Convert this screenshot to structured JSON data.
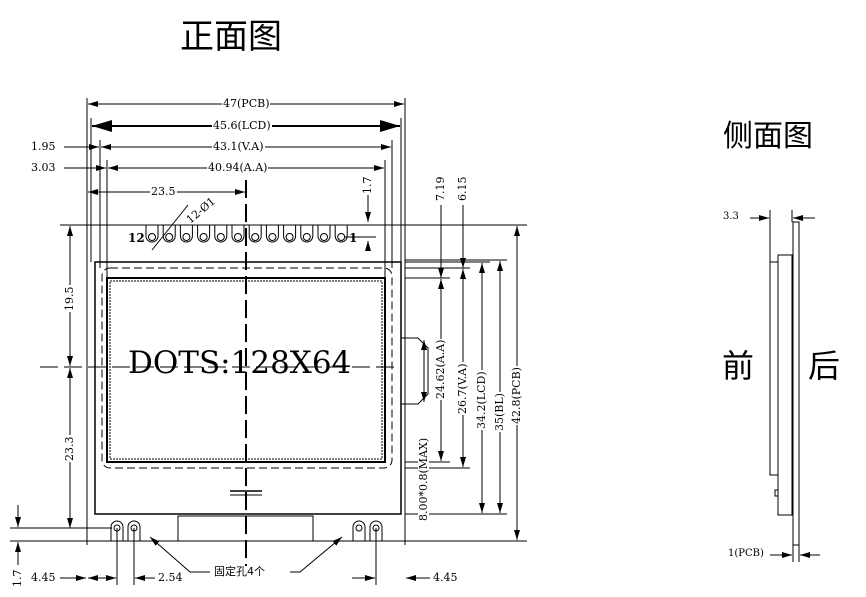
{
  "front_view": {
    "title": "正面图",
    "display_text": "DOTS:128X64",
    "dims_top": {
      "pcb_width": "47(PCB)",
      "lcd_width": "45.6(LCD)",
      "va_width": "43.1(V.A)",
      "aa_width": "40.94(A.A)",
      "va_offset": "1.95",
      "aa_offset": "3.03",
      "center_offset": "23.5",
      "pin_offset": "1.7",
      "pin_holes": "12-Ø1",
      "pin_first": "12",
      "pin_last": "1"
    },
    "dims_left": {
      "top_half": "19.5",
      "bottom_half": "23.3",
      "hole_offset": "1.7"
    },
    "dims_right": {
      "aa_top": "7.19",
      "va_top": "6.15",
      "aa_height": "24.62(A.A)",
      "va_height": "26.7(V.A)",
      "lcd_height": "34.2(LCD)",
      "bl_height": "35(BL)",
      "pcb_height": "42.8(PCB)",
      "backlight_tab": "8.00*0.8(MAX)"
    },
    "dims_bottom": {
      "left_offset": "4.45",
      "hole_pitch": "2.54",
      "right_offset": "4.45",
      "mount_holes": "固定孔4个"
    }
  },
  "side_view": {
    "title": "侧面图",
    "front_label": "前",
    "back_label": "后",
    "thickness": "3.3",
    "pcb_thickness": "1(PCB)"
  }
}
